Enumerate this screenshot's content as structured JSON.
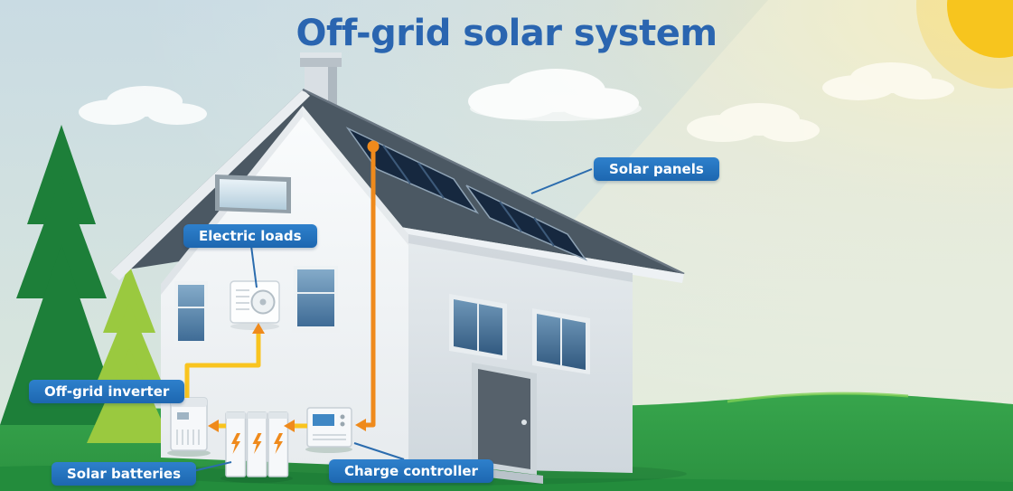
{
  "title": "Off-grid solar system",
  "labels": {
    "solar_panels": "Solar panels",
    "electric_loads": "Electric loads",
    "off_grid_inverter": "Off-grid inverter",
    "solar_batteries": "Solar batteries",
    "charge_controller": "Charge controller"
  },
  "colors": {
    "title-color": "#2a65b0",
    "label-bg": "#2e80cc",
    "label-bg-dark": "#1d67b0",
    "label-text": "#ffffff",
    "wire-yellow": "#f9c41f",
    "wire-orange": "#ef8a1c",
    "panel-navy": "#16283f",
    "panel-line": "#3d5a7a",
    "roof-gray": "#4b5863",
    "grass-green": "#2f9e45",
    "grass-dark": "#238c3c",
    "sun-yellow": "#f7c51e",
    "sky-top": "#c9dbe3",
    "sky-bottom": "#dce8dc",
    "tree-dark": "#1d7f39",
    "tree-light": "#9ac93f",
    "wall-light": "#f7f9fa",
    "wall-shade": "#d8dee3"
  }
}
